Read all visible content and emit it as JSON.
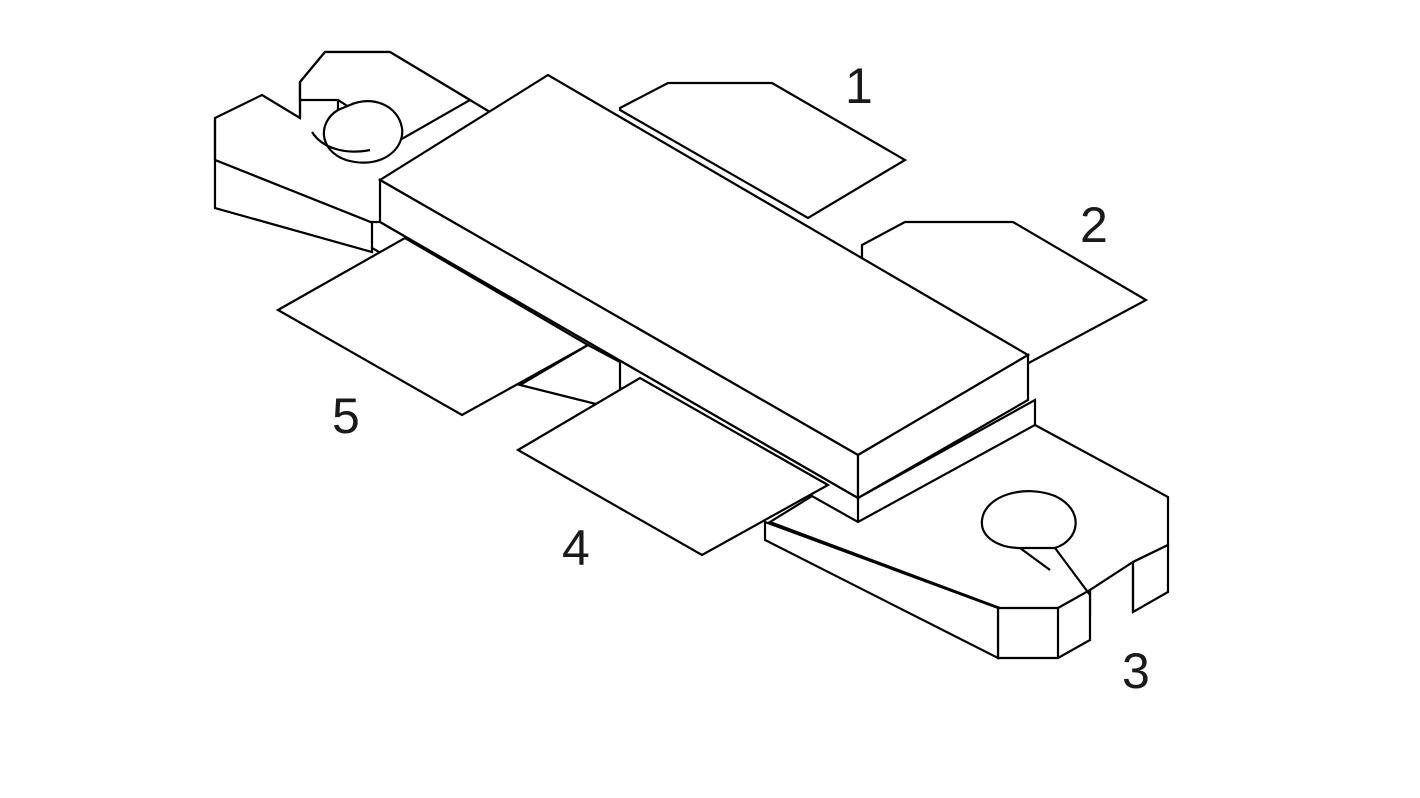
{
  "diagram": {
    "pin_labels": {
      "pin1": "1",
      "pin2": "2",
      "pin3": "3",
      "pin4": "4",
      "pin5": "5"
    },
    "colors": {
      "line": "#000000",
      "fill": "#ffffff",
      "label": "#1a1a1a"
    }
  }
}
